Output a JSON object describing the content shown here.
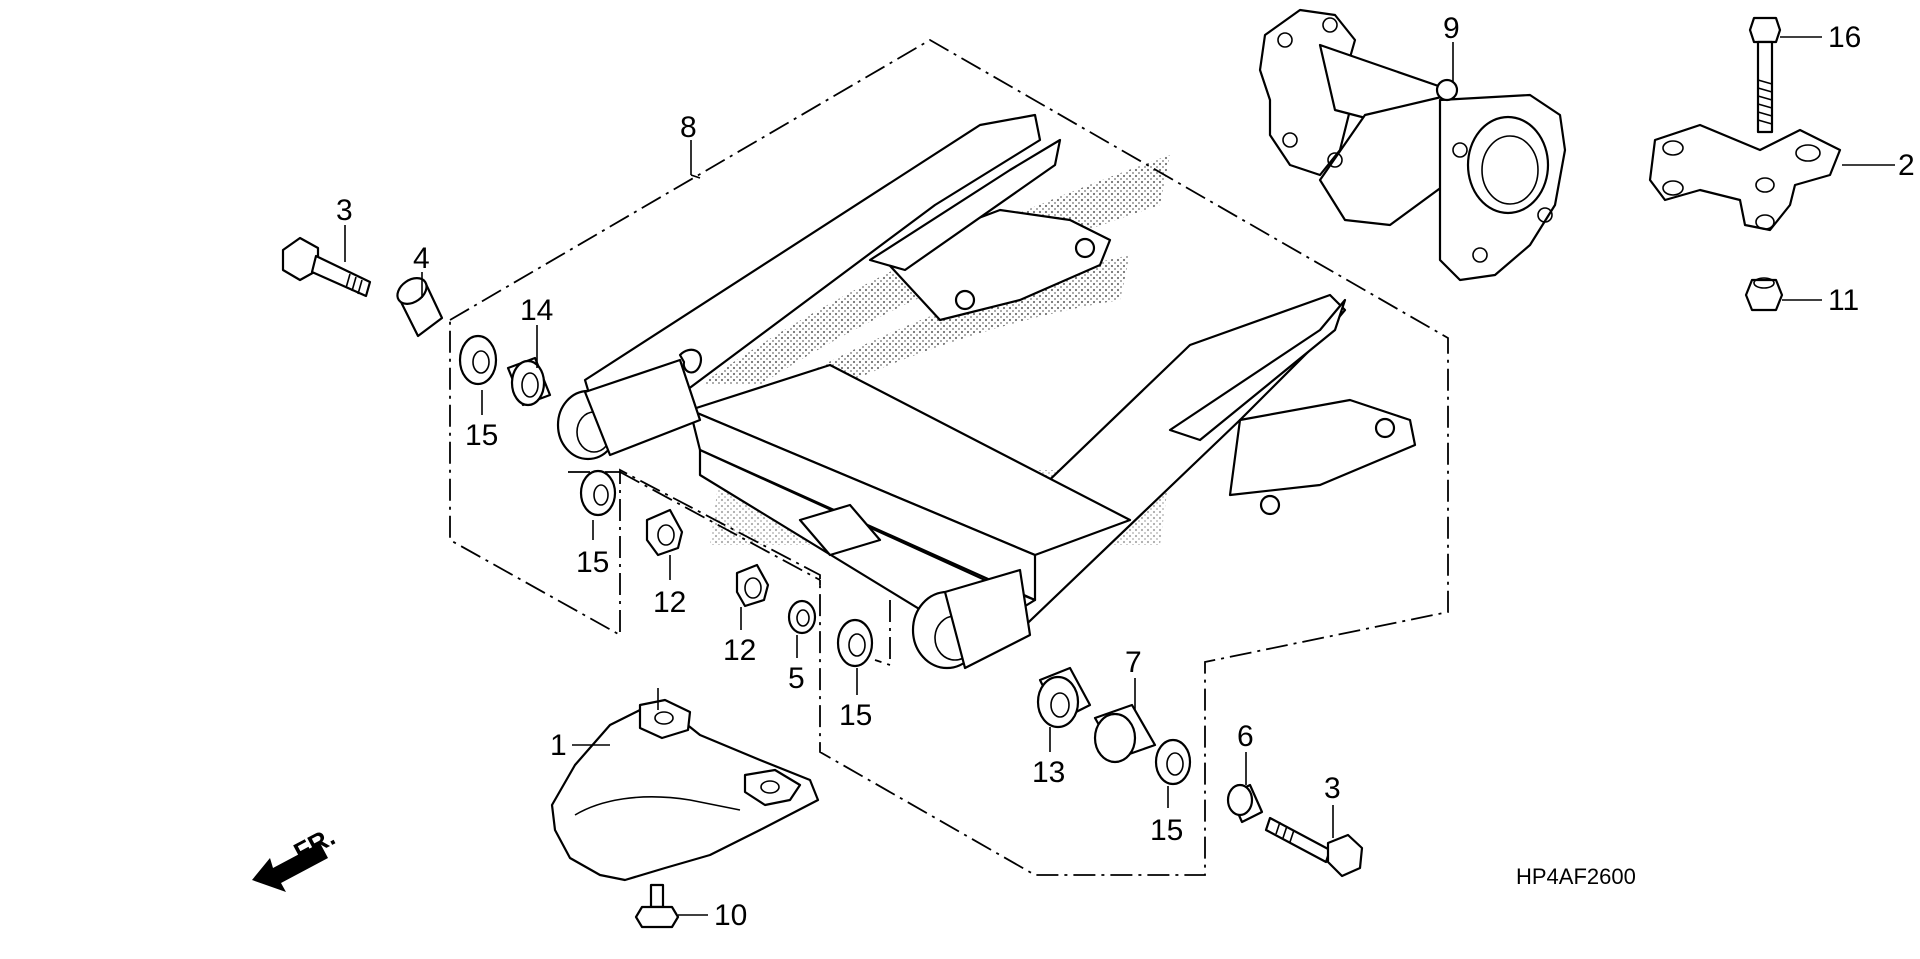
{
  "diagram": {
    "code": "HP4AF2600",
    "direction_label": "FR.",
    "callouts": {
      "c1": "1",
      "c2": "2",
      "c3a": "3",
      "c3b": "3",
      "c4": "4",
      "c5": "5",
      "c6": "6",
      "c7": "7",
      "c8": "8",
      "c9": "9",
      "c10": "10",
      "c11": "11",
      "c12a": "12",
      "c12b": "12",
      "c13": "13",
      "c14": "14",
      "c15a": "15",
      "c15b": "15",
      "c15c": "15",
      "c15d": "15",
      "c16": "16"
    }
  }
}
